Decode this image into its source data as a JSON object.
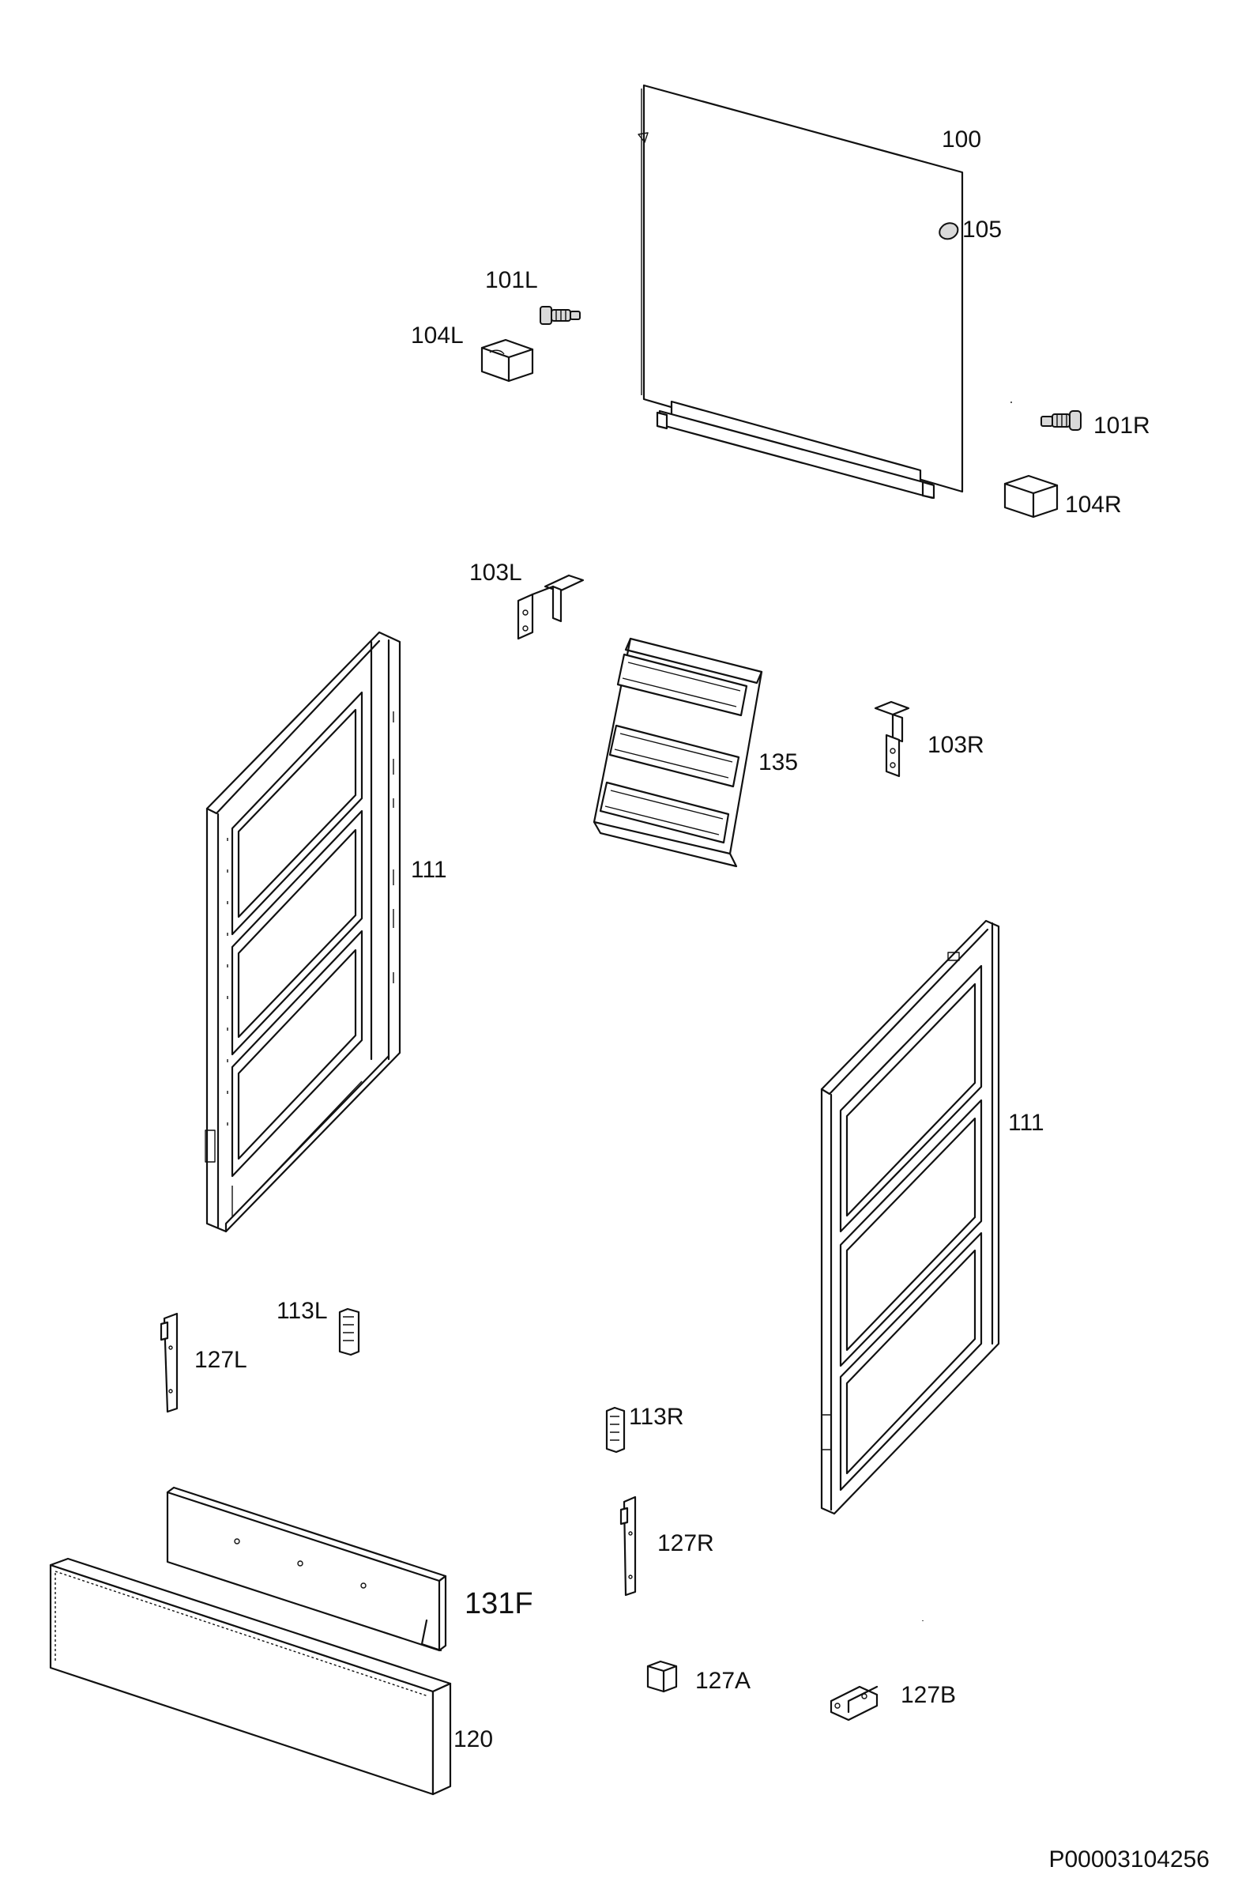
{
  "diagram": {
    "document_code": "P00003104256",
    "parts": [
      {
        "id": "p100",
        "label": "100"
      },
      {
        "id": "p105",
        "label": "105"
      },
      {
        "id": "p101L",
        "label": "101L"
      },
      {
        "id": "p104L",
        "label": "104L"
      },
      {
        "id": "p101R",
        "label": "101R"
      },
      {
        "id": "p104R",
        "label": "104R"
      },
      {
        "id": "p103L",
        "label": "103L"
      },
      {
        "id": "p135",
        "label": "135"
      },
      {
        "id": "p103R",
        "label": "103R"
      },
      {
        "id": "p111a",
        "label": "111"
      },
      {
        "id": "p111b",
        "label": "111"
      },
      {
        "id": "p113L",
        "label": "113L"
      },
      {
        "id": "p127L",
        "label": "127L"
      },
      {
        "id": "p113R",
        "label": "113R"
      },
      {
        "id": "p127R",
        "label": "127R"
      },
      {
        "id": "p131F",
        "label": "131F"
      },
      {
        "id": "p120",
        "label": "120"
      },
      {
        "id": "p127A",
        "label": "127A"
      },
      {
        "id": "p127B",
        "label": "127B"
      }
    ]
  }
}
